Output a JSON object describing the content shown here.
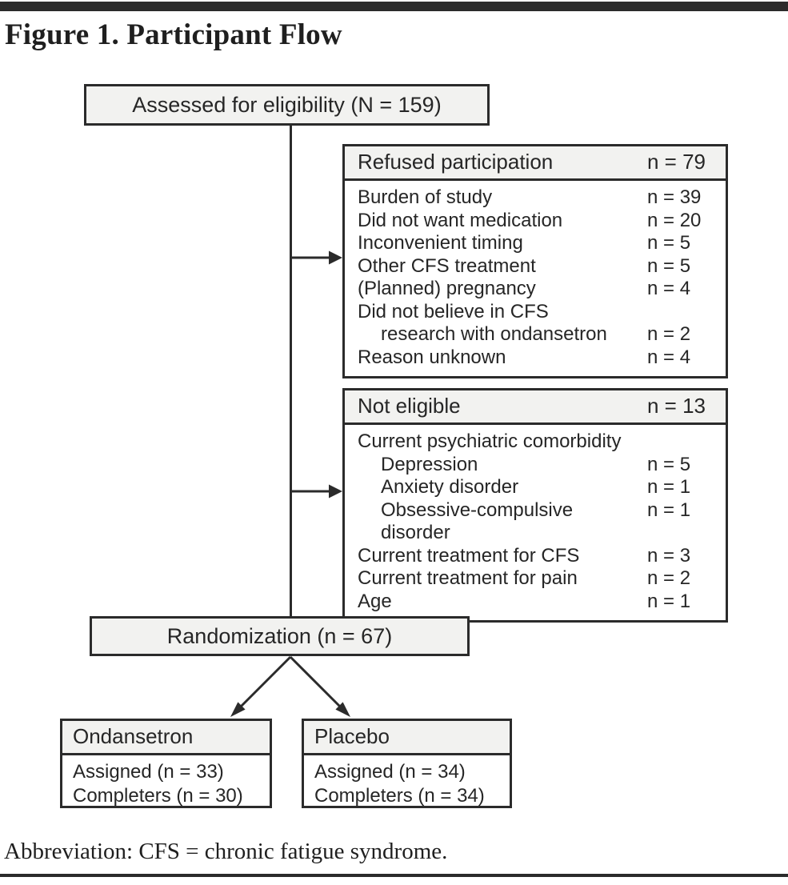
{
  "page": {
    "title": "Figure 1. Participant Flow",
    "footnote": "Abbreviation: CFS = chronic fatigue syndrome."
  },
  "flow": {
    "assessed": {
      "label": "Assessed for eligibility (N = 159)"
    },
    "refused": {
      "title": "Refused participation",
      "count": "n = 79",
      "items": [
        {
          "label": "Burden of study",
          "value": "n = 39",
          "indent": false
        },
        {
          "label": "Did not want medication",
          "value": "n = 20",
          "indent": false
        },
        {
          "label": "Inconvenient timing",
          "value": "n = 5",
          "indent": false
        },
        {
          "label": "Other CFS treatment",
          "value": "n = 5",
          "indent": false
        },
        {
          "label": "(Planned) pregnancy",
          "value": "n = 4",
          "indent": false
        },
        {
          "label": "Did not believe in CFS",
          "value": "",
          "indent": false
        },
        {
          "label": "research with ondansetron",
          "value": "n = 2",
          "indent": true
        },
        {
          "label": "Reason unknown",
          "value": "n = 4",
          "indent": false
        }
      ]
    },
    "not_eligible": {
      "title": "Not eligible",
      "count": "n = 13",
      "items": [
        {
          "label": "Current psychiatric comorbidity",
          "value": "",
          "indent": false
        },
        {
          "label": "Depression",
          "value": "n = 5",
          "indent": true
        },
        {
          "label": "Anxiety disorder",
          "value": "n = 1",
          "indent": true
        },
        {
          "label": "Obsessive-compulsive disorder",
          "value": "n = 1",
          "indent": true
        },
        {
          "label": "Current treatment for CFS",
          "value": "n = 3",
          "indent": false
        },
        {
          "label": "Current treatment for pain",
          "value": "n = 2",
          "indent": false
        },
        {
          "label": "Age",
          "value": "n = 1",
          "indent": false
        }
      ]
    },
    "randomization": {
      "label": "Randomization (n = 67)"
    },
    "arms": [
      {
        "title": "Ondansetron",
        "lines": [
          "Assigned (n = 33)",
          "Completers (n = 30)"
        ]
      },
      {
        "title": "Placebo",
        "lines": [
          "Assigned (n = 34)",
          "Completers (n = 34)"
        ]
      }
    ]
  },
  "colors": {
    "box_fill": "#f2f2f0",
    "border": "#2b2b2b",
    "text": "#262626"
  }
}
